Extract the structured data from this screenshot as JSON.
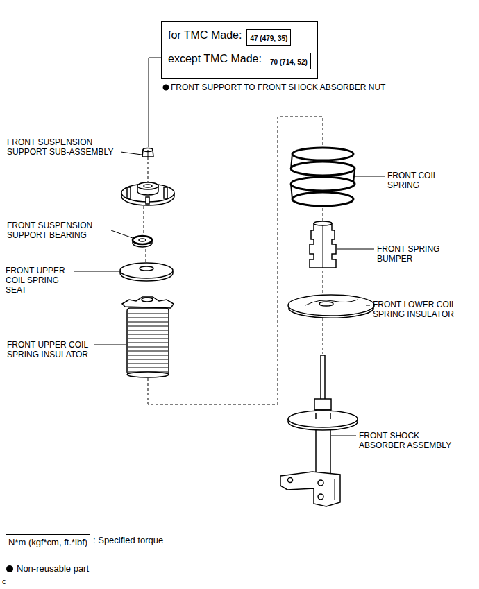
{
  "diagram": {
    "nodes": [
      {
        "text": [
          "for TMC Made:",
          "except TMC Made:"
        ]
      },
      {
        "text": [
          "47 (479, 35)"
        ],
        "in": 0
      },
      {
        "text": [
          "70 (714, 52)"
        ],
        "in": 0
      },
      {
        "text": [
          "N*m (kgf*cm, ft.*lbf)"
        ]
      }
    ],
    "labels": [
      "FRONT SUPPORT TO FRONT SHOCK ABSORBER NUT",
      "FRONT SUSPENSION SUPPORT SUB-ASSEMBLY",
      "FRONT SUSPENSION SUPPORT BEARING",
      "FRONT UPPER COIL SPRING SEAT",
      "FRONT UPPER COIL SPRING INSULATOR",
      "FRONT COIL SPRING",
      "FRONT SPRING BUMPER",
      "FRONT LOWER COIL SPRING INSULATOR",
      "FRONT SHOCK ABSORBER ASSEMBLY",
      "c"
    ],
    "legend": [
      {
        "text": ": Specified torque"
      },
      {
        "text": "Non-reusable part"
      }
    ]
  }
}
